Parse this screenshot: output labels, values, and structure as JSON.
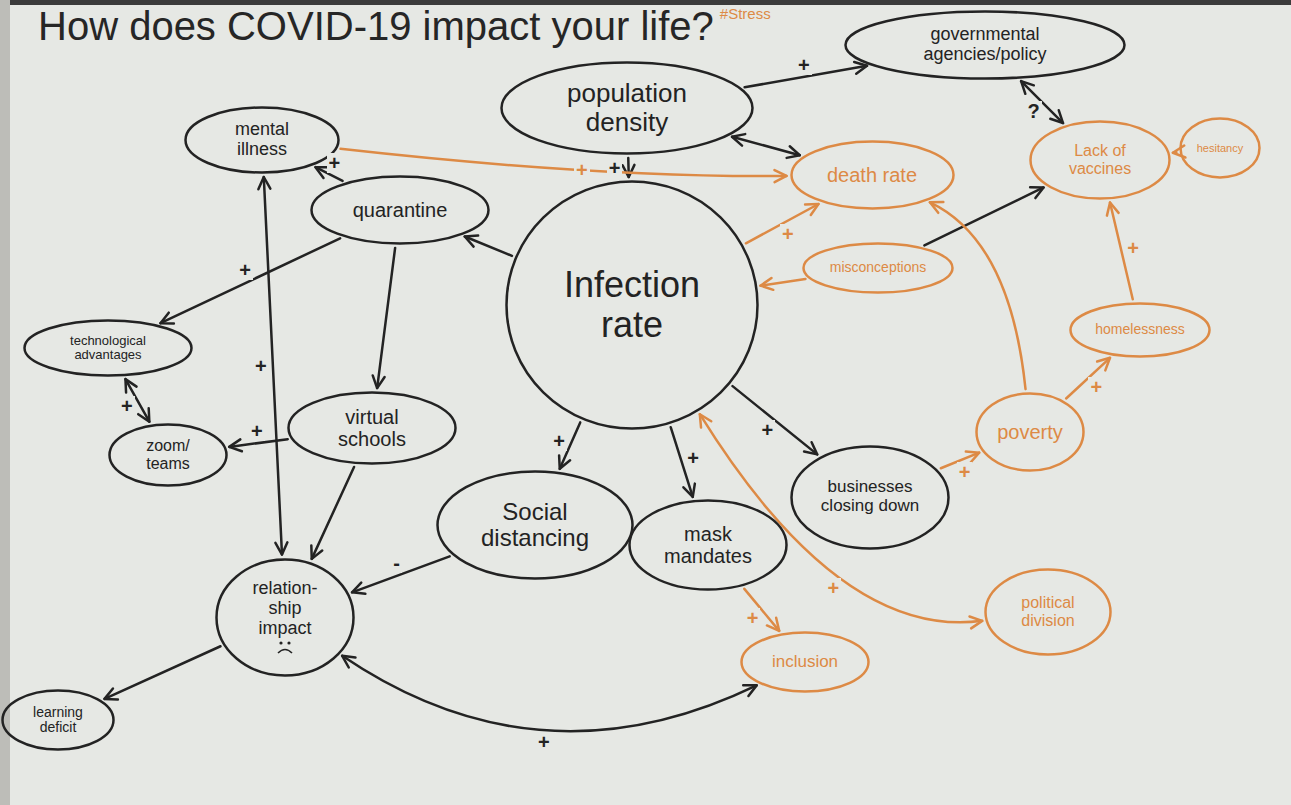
{
  "diagram": {
    "title": "How does COVID-19 impact your life?",
    "nodes": [
      {
        "text": [
          "governmental agencies/policy"
        ]
      },
      {
        "text": [
          "population density"
        ]
      },
      {
        "text": [
          "mental illness"
        ]
      },
      {
        "text": [
          "death rate"
        ]
      },
      {
        "text": [
          "Lack of vaccines"
        ]
      },
      {
        "text": [
          "hesitancy"
        ]
      },
      {
        "text": [
          "quarantine"
        ]
      },
      {
        "text": [
          "misconceptions"
        ]
      },
      {
        "text": [
          "Infection rate"
        ]
      },
      {
        "text": [
          "technological advantages"
        ]
      },
      {
        "text": [
          "homelessness"
        ]
      },
      {
        "text": [
          "virtual schools"
        ]
      },
      {
        "text": [
          "zoom/ teams"
        ]
      },
      {
        "text": [
          "poverty"
        ]
      },
      {
        "text": [
          "businesses closing down"
        ]
      },
      {
        "text": [
          "Social distancing"
        ]
      },
      {
        "text": [
          "mask mandates"
        ]
      },
      {
        "text": [
          "relation- ship impact"
        ]
      },
      {
        "text": [
          "political division"
        ]
      },
      {
        "text": [
          "inclusion"
        ]
      },
      {
        "text": [
          "learning deficit"
        ]
      }
    ],
    "edges": [
      {
        "from": 1,
        "to": 0,
        "arrow": "to",
        "label": "+"
      },
      {
        "from": 1,
        "to": 8,
        "arrow": "to",
        "label": "+"
      },
      {
        "from": 1,
        "to": 3,
        "arrow": "both"
      },
      {
        "from": 2,
        "to": 3,
        "arrow": "to",
        "label": "+"
      },
      {
        "from": 8,
        "to": 3,
        "arrow": "to",
        "label": "+"
      },
      {
        "from": 0,
        "to": 4,
        "arrow": "both",
        "label": "?"
      },
      {
        "from": 7,
        "to": 8,
        "arrow": "to"
      },
      {
        "from": 7,
        "to": 4,
        "arrow": "to"
      },
      {
        "from": 5,
        "to": 4,
        "arrow": "to"
      },
      {
        "from": 10,
        "to": 4,
        "arrow": "to",
        "label": "+"
      },
      {
        "from": 13,
        "to": 10,
        "arrow": "to",
        "label": "+"
      },
      {
        "from": 13,
        "to": 3,
        "arrow": "to"
      },
      {
        "from": 14,
        "to": 13,
        "arrow": "to",
        "label": "+"
      },
      {
        "from": 8,
        "to": 14,
        "arrow": "to",
        "label": "+"
      },
      {
        "from": 8,
        "to": 15,
        "arrow": "to",
        "label": "+"
      },
      {
        "from": 8,
        "to": 16,
        "arrow": "to",
        "label": "+"
      },
      {
        "from": 8,
        "to": 6,
        "arrow": "to"
      },
      {
        "from": 6,
        "to": 2,
        "arrow": "to",
        "label": "+"
      },
      {
        "from": 6,
        "to": 11,
        "arrow": "to"
      },
      {
        "from": 6,
        "to": 9,
        "arrow": "to",
        "label": "+"
      },
      {
        "from": 9,
        "to": 12,
        "arrow": "both",
        "label": "+"
      },
      {
        "from": 11,
        "to": 12,
        "arrow": "to",
        "label": "+"
      },
      {
        "from": 11,
        "to": 17,
        "arrow": "to"
      },
      {
        "from": 2,
        "to": 17,
        "arrow": "both",
        "label": "+"
      },
      {
        "from": 15,
        "to": 17,
        "arrow": "to",
        "label": "-"
      },
      {
        "from": 17,
        "to": 20,
        "arrow": "to"
      },
      {
        "from": 17,
        "to": 19,
        "arrow": "both",
        "label": "+"
      },
      {
        "from": 16,
        "to": 19,
        "arrow": "to",
        "label": "+"
      },
      {
        "from": 8,
        "to": 18,
        "arrow": "both",
        "label": "+"
      }
    ],
    "labels": [
      "#Stress"
    ]
  }
}
